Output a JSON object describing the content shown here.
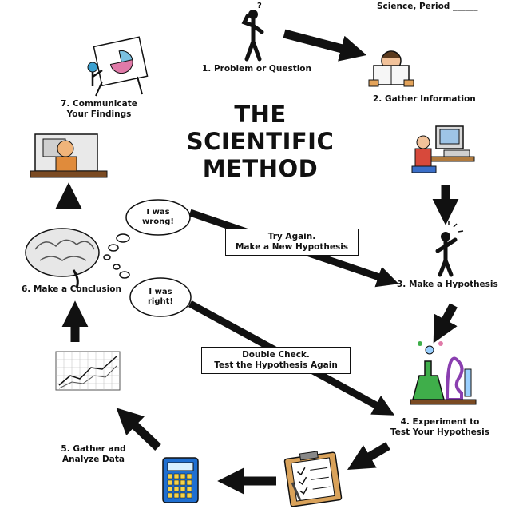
{
  "header": {
    "period_label": "Science, Period ______"
  },
  "title": {
    "line1": "THE",
    "line2": "SCIENTIFIC",
    "line3": "METHOD"
  },
  "steps": {
    "s1": "1. Problem or Question",
    "s2": "2. Gather Information",
    "s3": "3. Make a Hypothesis",
    "s4_line1": "4. Experiment to",
    "s4_line2": "Test Your Hypothesis",
    "s5_line1": "5. Gather and",
    "s5_line2": "Analyze Data",
    "s6": "6. Make a Conclusion",
    "s7_line1": "7. Communicate",
    "s7_line2": "Your Findings"
  },
  "thoughts": {
    "wrong_line1": "I was",
    "wrong_line2": "wrong!",
    "right_line1": "I was",
    "right_line2": "right!"
  },
  "boxes": {
    "retry_line1": "Try Again.",
    "retry_line2": "Make a New Hypothesis",
    "check_line1": "Double Check.",
    "check_line2": "Test the Hypothesis Again"
  },
  "icons": {
    "thinker": "thinking-person-icon",
    "reader": "boy-reading-book-icon",
    "computer": "student-at-computer-icon",
    "idea": "idea-person-icon",
    "lab": "lab-experiment-icon",
    "clipboard": "clipboard-checklist-icon",
    "calculator": "calculator-icon",
    "graph": "line-graph-icon",
    "brain": "brain-icon",
    "writer": "writer-at-desk-icon",
    "presenter": "presentation-chart-icon"
  },
  "colors": {
    "ink": "#111111",
    "calculator": "#1f6fd1",
    "lab_purple": "#8a3fb0",
    "lab_green": "#3fae4a",
    "pie": "#e07aa8"
  }
}
